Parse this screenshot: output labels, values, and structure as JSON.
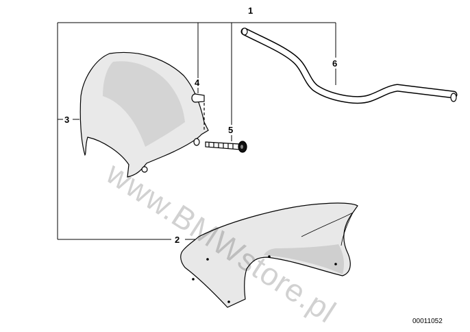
{
  "callouts": {
    "c1": "1",
    "c2": "2",
    "c3": "3",
    "c4": "4",
    "c5": "5",
    "c6": "6"
  },
  "document_number": "00011052",
  "watermark": "www.BMWstore.pl",
  "colors": {
    "line": "#000000",
    "part_fill": "#e6e6e6",
    "part_shade": "#c8c8c8",
    "background": "#ffffff"
  }
}
